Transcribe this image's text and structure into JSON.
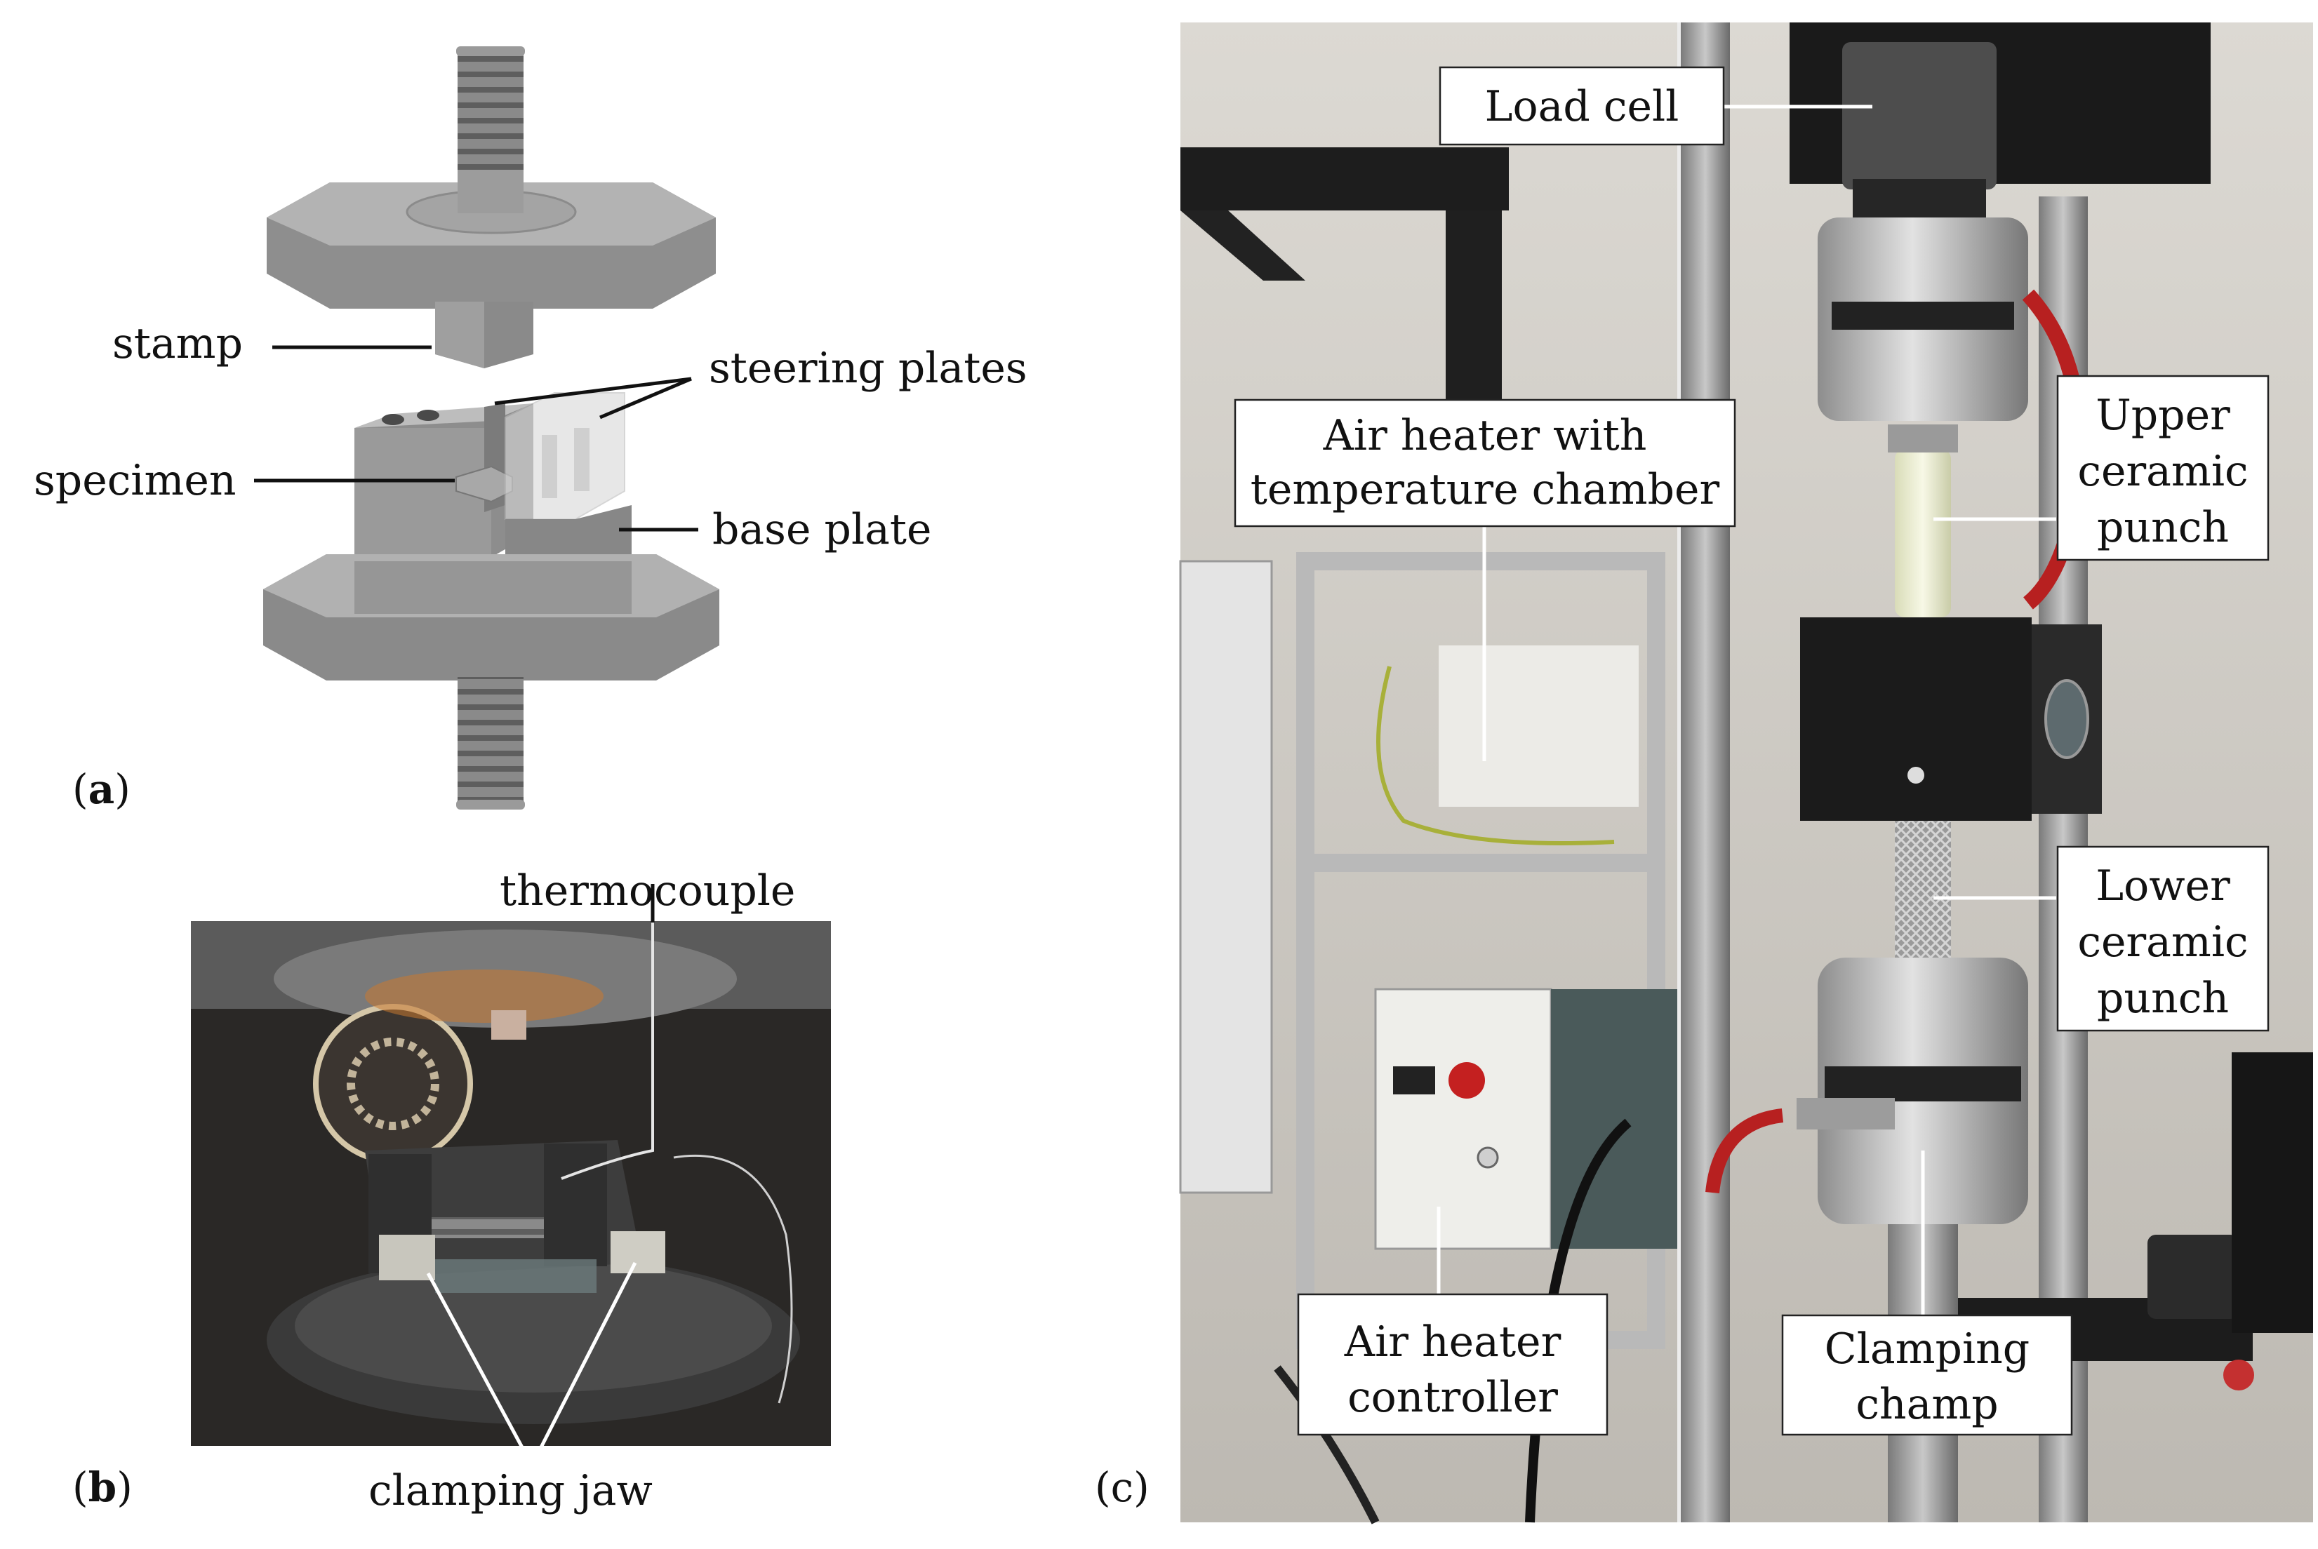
{
  "panels": {
    "a": {
      "panel_label_open": "(",
      "panel_label_letter": "a",
      "panel_label_close": ")",
      "labels": {
        "stamp": "stamp",
        "steering_plates": "steering plates",
        "specimen": "specimen",
        "base_plate": "base plate"
      }
    },
    "b": {
      "panel_label_open": "(",
      "panel_label_letter": "b",
      "panel_label_close": ")",
      "labels": {
        "thermocouple": "thermocouple",
        "clamping_jaw": "clamping jaw"
      }
    },
    "c": {
      "panel_label": "(c)",
      "labels": {
        "load_cell": "Load cell",
        "air_heater_1": "Air heater with",
        "air_heater_2": "temperature chamber",
        "upper_1": "Upper",
        "upper_2": "ceramic",
        "upper_3": "punch",
        "lower_1": "Lower",
        "lower_2": "ceramic",
        "lower_3": "punch",
        "controller_1": "Air  heater",
        "controller_2": "controller",
        "clamp_1": "Clamping",
        "clamp_2": "champ"
      }
    }
  },
  "colors": {
    "part_top": "#b4b4b4",
    "part_side": "#8f8f8f",
    "part_dark": "#6f6f6f",
    "photo_dark": "#2b2b2b",
    "lab_wall": "#d9d6d0"
  }
}
